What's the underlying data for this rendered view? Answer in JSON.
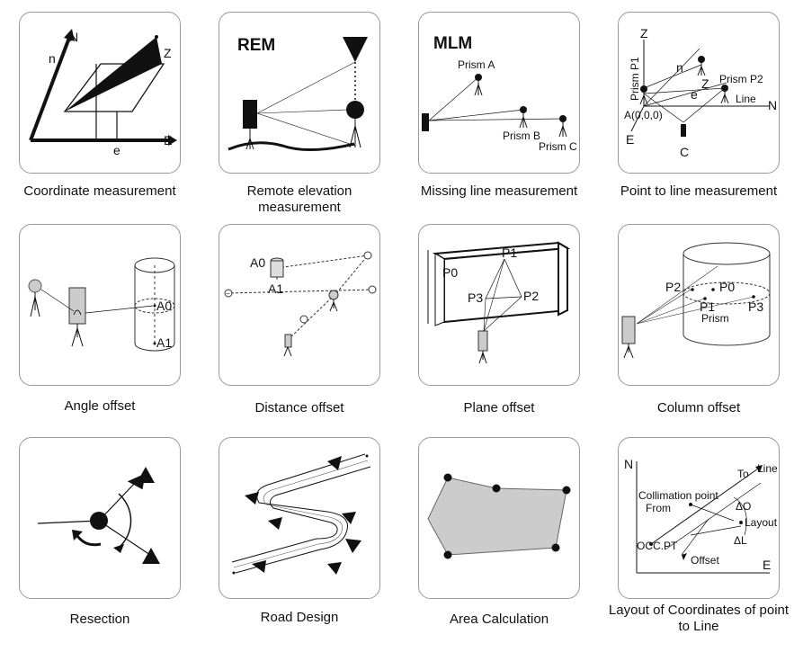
{
  "tiles": [
    {
      "caption": "Coordinate measurement",
      "labels": {
        "n_axis": "N",
        "n_small": "n",
        "z": "Z",
        "e_axis": "E",
        "e_small": "e"
      }
    },
    {
      "caption": "Remote elevation measurement",
      "labels": {
        "title": "REM"
      }
    },
    {
      "caption": "Missing line measurement",
      "labels": {
        "title": "MLM",
        "prism_a": "Prism A",
        "prism_b": "Prism B",
        "prism_c": "Prism C"
      }
    },
    {
      "caption": "Point to line measurement",
      "labels": {
        "z": "Z",
        "prism_p1": "Prism P1",
        "n_small": "n",
        "z_small": "Z",
        "prism_p2": "Prism P2",
        "e_small": "e",
        "line": "Line",
        "n": "N",
        "origin": "A(0,0,0)",
        "e": "E",
        "c": "C"
      }
    },
    {
      "caption": "Angle offset",
      "labels": {
        "a0": "A0",
        "a1": "A1"
      }
    },
    {
      "caption": "Distance offset",
      "labels": {
        "a0": "A0",
        "a1": "A1"
      }
    },
    {
      "caption": "Plane offset",
      "labels": {
        "p0": "P0",
        "p1": "P1",
        "p2": "P2",
        "p3": "P3"
      }
    },
    {
      "caption": "Column offset",
      "labels": {
        "p0": "P0",
        "p1": "P1",
        "p2": "P2",
        "p3": "P3",
        "prism": "Prism"
      }
    },
    {
      "caption": "Resection",
      "labels": {}
    },
    {
      "caption": "Road Design",
      "labels": {}
    },
    {
      "caption": "Area Calculation",
      "labels": {}
    },
    {
      "caption": "Layout of Coordinates of point to Line",
      "labels": {
        "n": "N",
        "to": "To",
        "line": "Line",
        "collimation": "Collimation point",
        "from": "From",
        "delta_o": "ΔO",
        "layout_point": "Layout point",
        "delta_l": "ΔL",
        "occ_pt": "OCC.PT",
        "offset": "Offset",
        "e": "E"
      }
    }
  ]
}
